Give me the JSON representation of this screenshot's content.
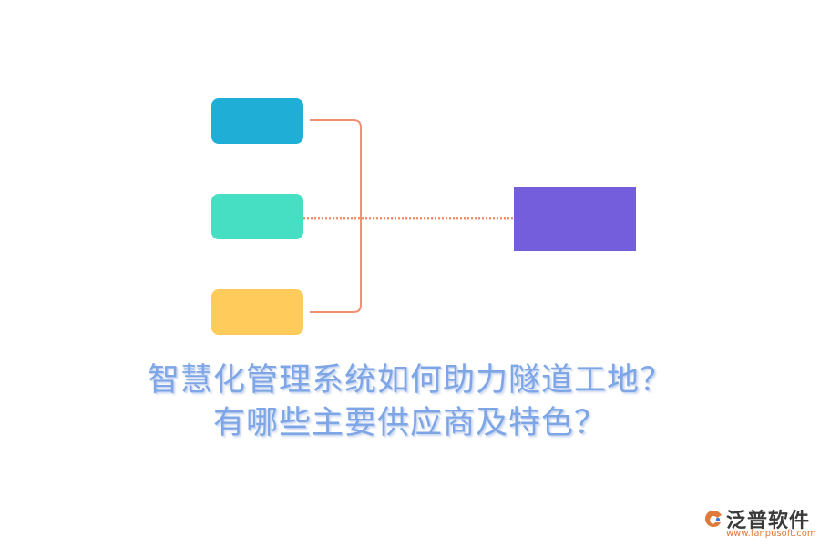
{
  "diagram": {
    "nodes": [
      {
        "id": "box1",
        "color": "#1eaed6"
      },
      {
        "id": "box2",
        "color": "#46dfc3"
      },
      {
        "id": "box3",
        "color": "#ffcc5c"
      },
      {
        "id": "target",
        "color": "#745edb"
      }
    ],
    "connector_color": "#f29073",
    "dotted_connector_color": "#f29073"
  },
  "title": {
    "line1": "智慧化管理系统如何助力隧道工地？",
    "line2": "有哪些主要供应商及特色？",
    "color": "#7ea6e6"
  },
  "logo": {
    "name": "泛普软件",
    "url": "www.fanpusoft.com",
    "icon": "fanpu-logo-icon"
  }
}
